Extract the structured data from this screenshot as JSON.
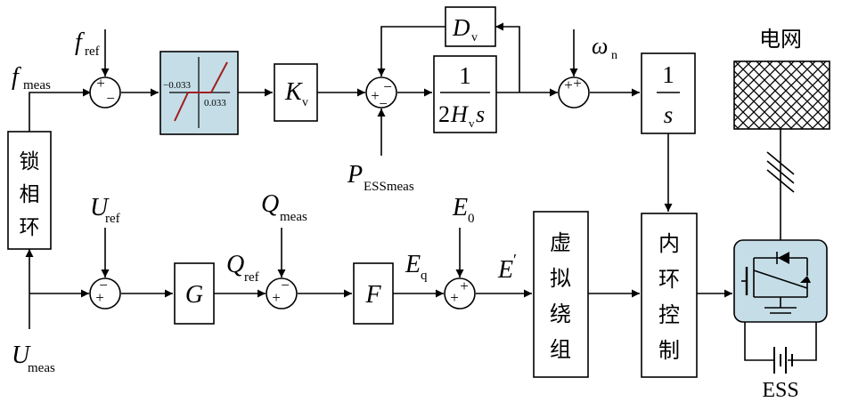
{
  "signals": {
    "f_meas": {
      "main": "f",
      "sub": "meas"
    },
    "f_ref": {
      "main": "f",
      "sub": "ref"
    },
    "u_ref": {
      "main": "U",
      "sub": "ref"
    },
    "u_meas": {
      "main": "U",
      "sub": "meas"
    },
    "q_meas": {
      "main": "Q",
      "sub": "meas"
    },
    "q_ref": {
      "main": "Q",
      "sub": "ref"
    },
    "e_0": {
      "main": "E",
      "sub": "0"
    },
    "e_q": {
      "main": "E",
      "sub": "q"
    },
    "e_prime": {
      "main": "E",
      "prime": "′"
    },
    "omega_n": {
      "main": "ω",
      "sub": "n"
    },
    "p_ess": {
      "main": "P",
      "sub": "ESSmeas"
    }
  },
  "blocks": {
    "pll": [
      "锁",
      "相",
      "环"
    ],
    "deadband": {
      "neg_label": "−0.033",
      "pos_label": "0.033",
      "fill": "#c5dde7",
      "curve_color": "#a01e1e"
    },
    "kv": {
      "main": "K",
      "sub": "v"
    },
    "dv": {
      "main": "D",
      "sub": "v"
    },
    "inertia": {
      "num": "1",
      "den_pre": "2",
      "den_main": "H",
      "den_sub": "v",
      "den_post": "s"
    },
    "integrator": {
      "num": "1",
      "den": "s"
    },
    "g": "G",
    "f": "F",
    "virtual_winding": [
      "虚",
      "拟",
      "绕",
      "组"
    ],
    "inner_loop": [
      "内",
      "环",
      "控",
      "制"
    ],
    "grid": "电网",
    "ess": "ESS",
    "converter_fill": "#c5dde7"
  },
  "signs": {
    "plus": "+",
    "minus": "−"
  }
}
